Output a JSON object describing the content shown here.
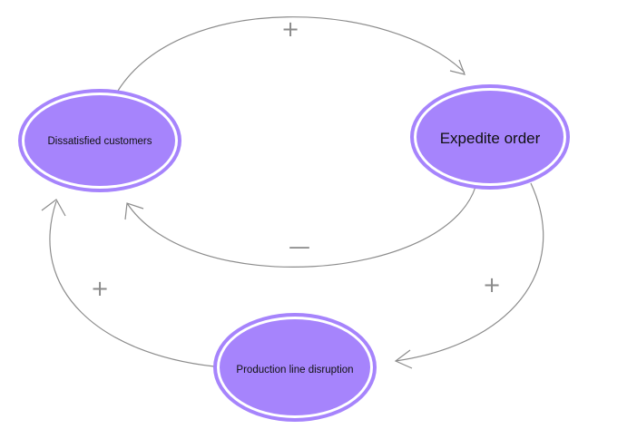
{
  "diagram": {
    "nodes": {
      "dissatisfied": {
        "label": "Dissatisfied customers"
      },
      "expedite": {
        "label": "Expedite order"
      },
      "disruption": {
        "label": "Production line disruption"
      }
    },
    "links": {
      "dissatisfied_to_expedite": {
        "polarity": "+"
      },
      "expedite_to_dissatisfied": {
        "polarity": "—"
      },
      "expedite_to_disruption": {
        "polarity": "+"
      },
      "disruption_to_dissatisfied": {
        "polarity": "+"
      }
    }
  },
  "colors": {
    "node_fill": "#a684fc",
    "node_outer_ring": "#a684fc",
    "node_inner_ring": "#ffffff",
    "arrow_stroke": "#8c8c8c",
    "polarity_sign": "#8a8a8a",
    "label_text": "#111111"
  }
}
